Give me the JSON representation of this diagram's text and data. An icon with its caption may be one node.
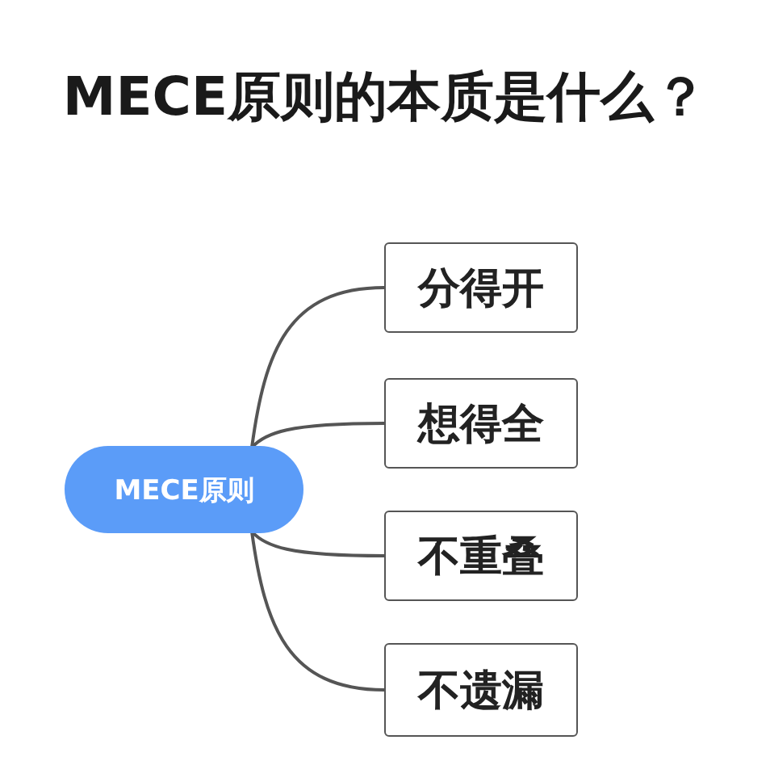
{
  "diagram": {
    "title": "MECE原则的本质是什么？",
    "nodes": [
      {
        "text": [
          "MECE原则"
        ]
      },
      {
        "text": [
          "分得开"
        ]
      },
      {
        "text": [
          "想得全"
        ]
      },
      {
        "text": [
          "不重叠"
        ]
      },
      {
        "text": [
          "不遗漏"
        ]
      }
    ],
    "edges": [
      {
        "from": 0,
        "to": 1,
        "arrow": "none"
      },
      {
        "from": 0,
        "to": 2,
        "arrow": "none"
      },
      {
        "from": 0,
        "to": 3,
        "arrow": "none"
      },
      {
        "from": 0,
        "to": 4,
        "arrow": "none"
      }
    ]
  }
}
